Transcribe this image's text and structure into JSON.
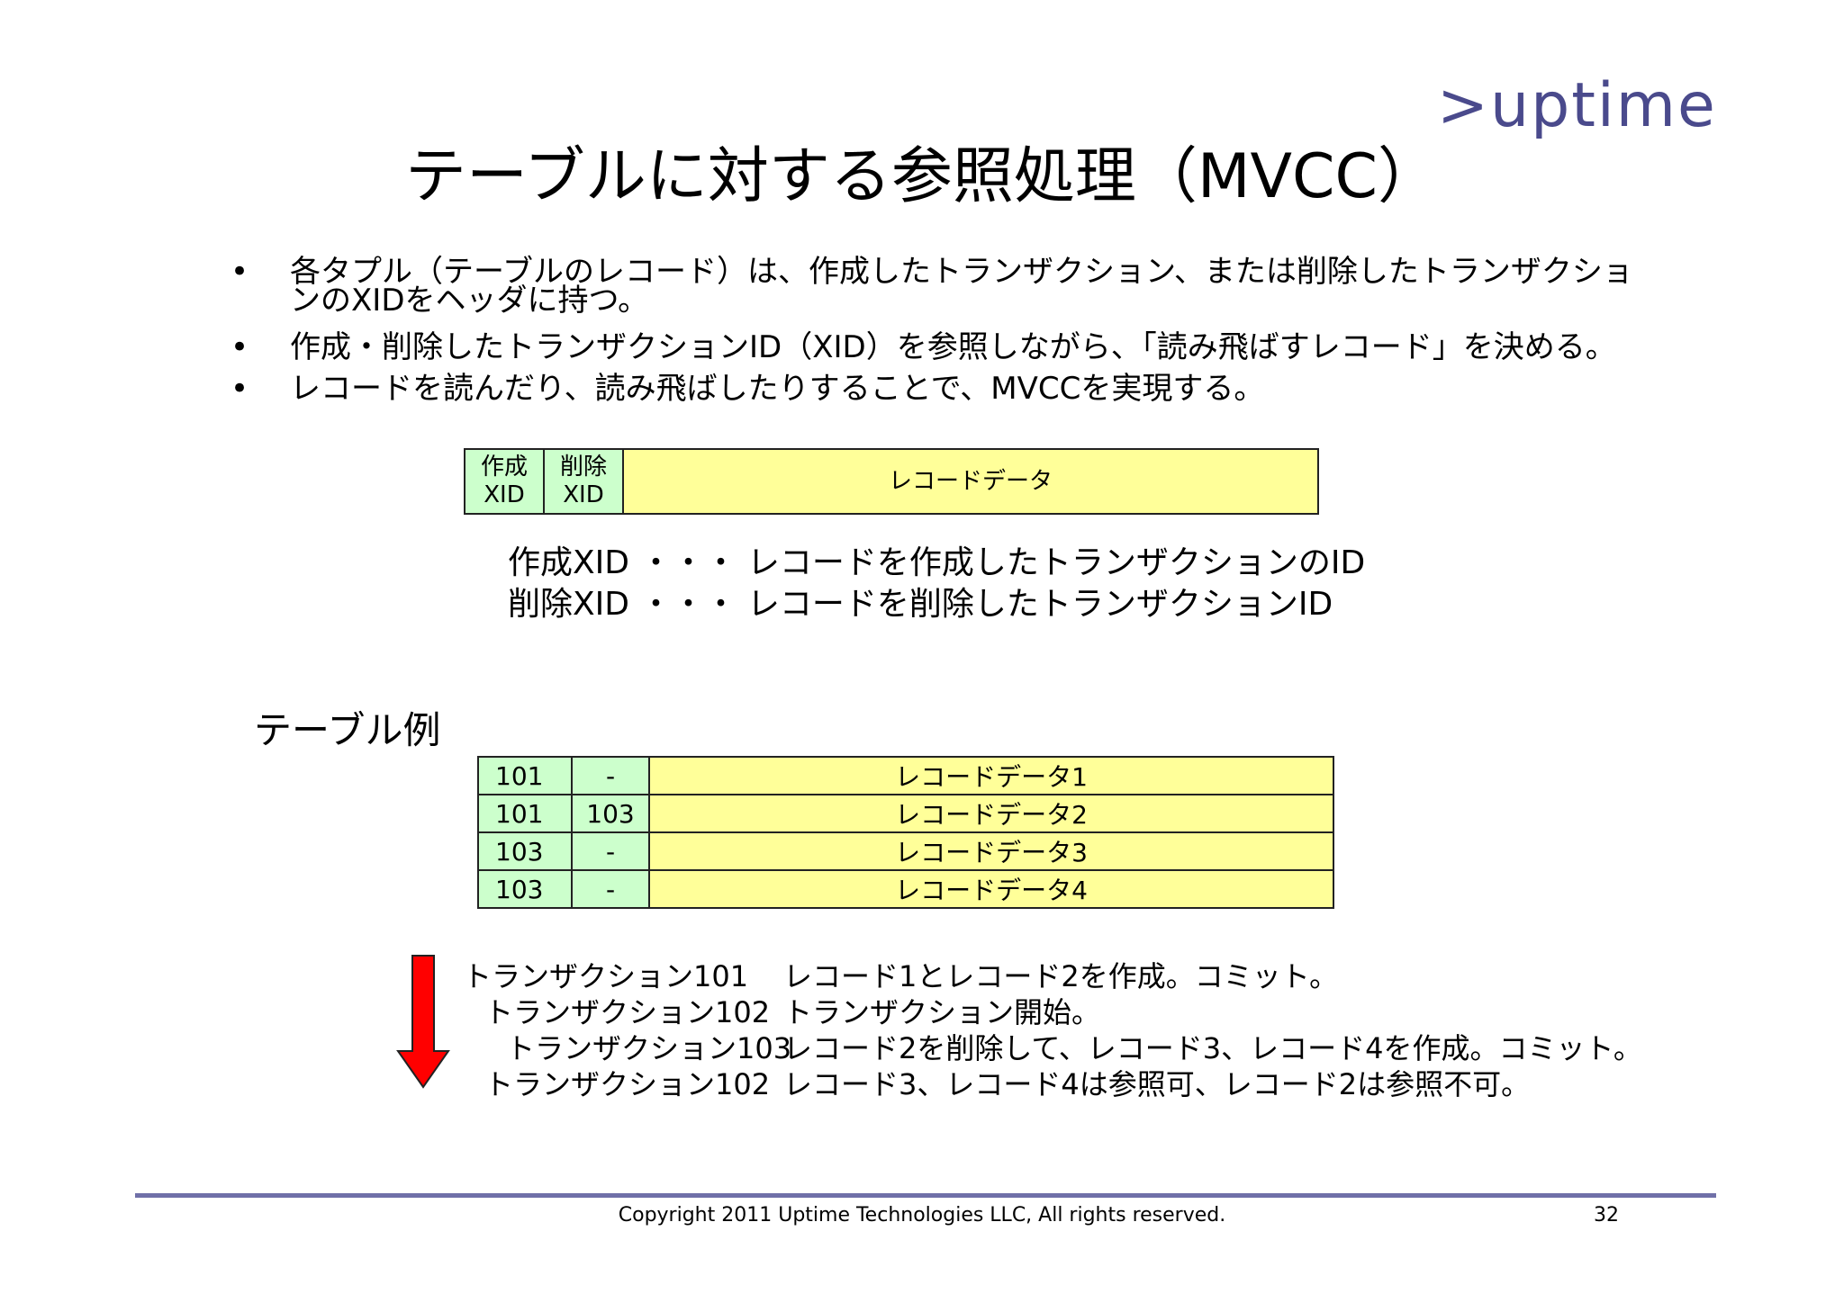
{
  "logo": ">uptime",
  "title": "テーブルに対する参照処理（MVCC）",
  "bullets": [
    {
      "mark": "•",
      "lines": [
        "各タプル（テーブルのレコード）は、作成したトランザクション、または削除したトランザクショ",
        "ンのXIDをヘッダに持つ。"
      ]
    },
    {
      "mark": "•",
      "lines": [
        "作成・削除したトランザクションID（XID）を参照しながら、「読み飛ばすレコード」を決める。"
      ]
    },
    {
      "mark": "•",
      "lines": [
        "レコードを読んだり、読み飛ばしたりすることで、MVCCを実現する。"
      ]
    }
  ],
  "record_header": {
    "created_label": "作成",
    "created_sub": "XID",
    "deleted_label": "削除",
    "deleted_sub": "XID",
    "data_label": "レコードデータ"
  },
  "legend": [
    "作成XID ・・・ レコードを作成したトランザクションのID",
    "削除XID ・・・ レコードを削除したトランザクションID"
  ],
  "table_heading": "テーブル例",
  "table_rows": [
    {
      "created": "101",
      "deleted": "-",
      "data": "レコードデータ1"
    },
    {
      "created": "101",
      "deleted": "103",
      "data": "レコードデータ2"
    },
    {
      "created": "103",
      "deleted": "-",
      "data": "レコードデータ3"
    },
    {
      "created": "103",
      "deleted": "-",
      "data": "レコードデータ4"
    }
  ],
  "transactions": [
    {
      "name": "トランザクション101",
      "desc": "レコード1とレコード2を作成。コミット。"
    },
    {
      "name": "トランザクション102",
      "desc": "トランザクション開始。"
    },
    {
      "name": "トランザクション103",
      "desc": "レコード2を削除して、レコード3、レコード4を作成。コミット。"
    },
    {
      "name": "トランザクション102",
      "desc": "レコード3、レコード4は参照可、レコード2は参照不可。"
    }
  ],
  "arrow_color": "#ff0000",
  "footer": {
    "copyright": "Copyright 2011 Uptime Technologies LLC, All rights reserved.",
    "page": "32"
  }
}
